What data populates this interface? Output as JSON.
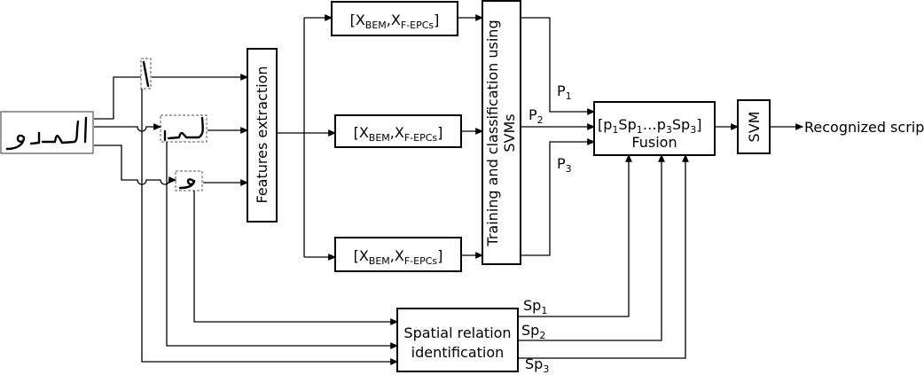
{
  "features_extraction": "Features extraction",
  "feature_vector": {
    "open": "[X",
    "sub1": "BEM",
    "mid": ",X",
    "sub2": "F-EPCs",
    "close": "]"
  },
  "training": {
    "line1": "Training and classification using",
    "line2": "SVMs"
  },
  "probabilities": [
    {
      "p": "P",
      "i": "1"
    },
    {
      "p": "P",
      "i": "2"
    },
    {
      "p": "P",
      "i": "3"
    }
  ],
  "fusion": {
    "label": "Fusion",
    "vector": [
      "[p",
      "1",
      "Sp",
      "1",
      "…p",
      "3",
      "Sp",
      "3",
      "]"
    ]
  },
  "svm": "SVM",
  "output": "Recognized script",
  "spatial": {
    "line1": "Spatial relation",
    "line2": "identification"
  },
  "spatial_outputs": [
    {
      "p": "Sp",
      "i": "1"
    },
    {
      "p": "Sp",
      "i": "2"
    },
    {
      "p": "Sp",
      "i": "3"
    }
  ]
}
